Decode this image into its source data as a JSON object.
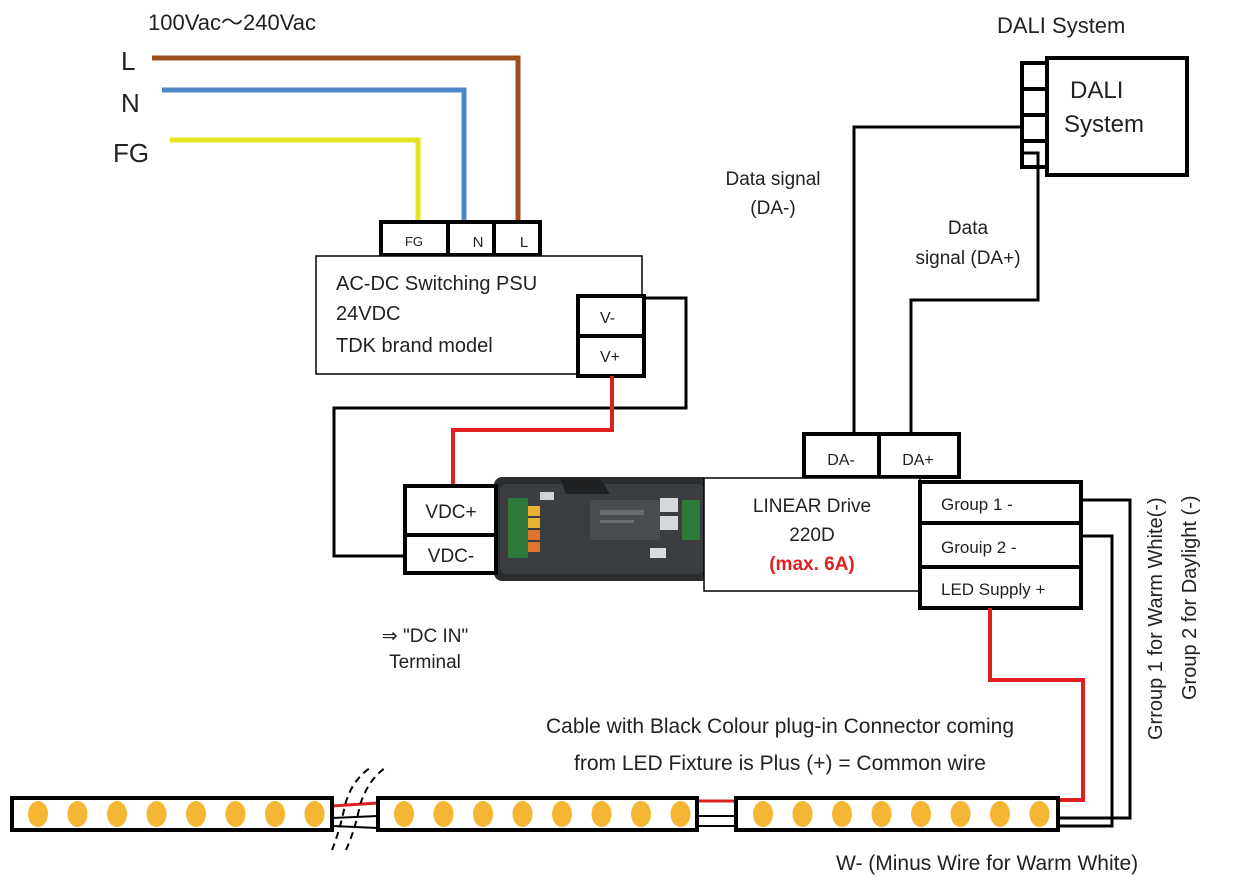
{
  "supply": {
    "voltage": "100Vac〜240Vac",
    "L": "L",
    "N": "N",
    "FG": "FG"
  },
  "dali": {
    "title": "DALI  System",
    "box_line1": "DALI",
    "box_line2": "System"
  },
  "psu": {
    "term_fg": "FG",
    "term_n": "N",
    "term_l": "L",
    "line1": "AC-DC Switching PSU",
    "line2": "24VDC",
    "line3": "TDK brand model",
    "v_minus": "V-",
    "v_plus": "V+"
  },
  "signals": {
    "da_minus_line1": "Data signal",
    "da_minus_line2": "(DA-)",
    "da_plus_line1": "Data",
    "da_plus_line2": "signal (DA+)"
  },
  "driver": {
    "vdc_plus": "VDC+",
    "vdc_minus": "VDC-",
    "dc_in_line1": "⇒ \"DC IN\"",
    "dc_in_line2": "Terminal",
    "da_minus": "DA-",
    "da_plus": "DA+",
    "name_line1": "LINEAR Drive",
    "name_line2": "220D",
    "max": "(max. 6A)",
    "group1": "Group 1 -",
    "group2": "Grouip 2 -",
    "led_supply": "LED Supply +"
  },
  "notes": {
    "cable_line1": "Cable with Black Colour plug-in Connector coming",
    "cable_line2": "from LED Fixture is Plus (+) = Common wire",
    "vertical1": "Grroup 1 for Warm White(-)",
    "vertical2": "Group 2 for Daylight (-)",
    "w_minus": "W-  (Minus Wire for Warm White)"
  },
  "colors": {
    "live": "#9c4e1f",
    "neutral": "#4f86c6",
    "ground": "#e6e41e",
    "positive": "#e02020",
    "led": "#f5b733",
    "max_text": "#e02020"
  }
}
